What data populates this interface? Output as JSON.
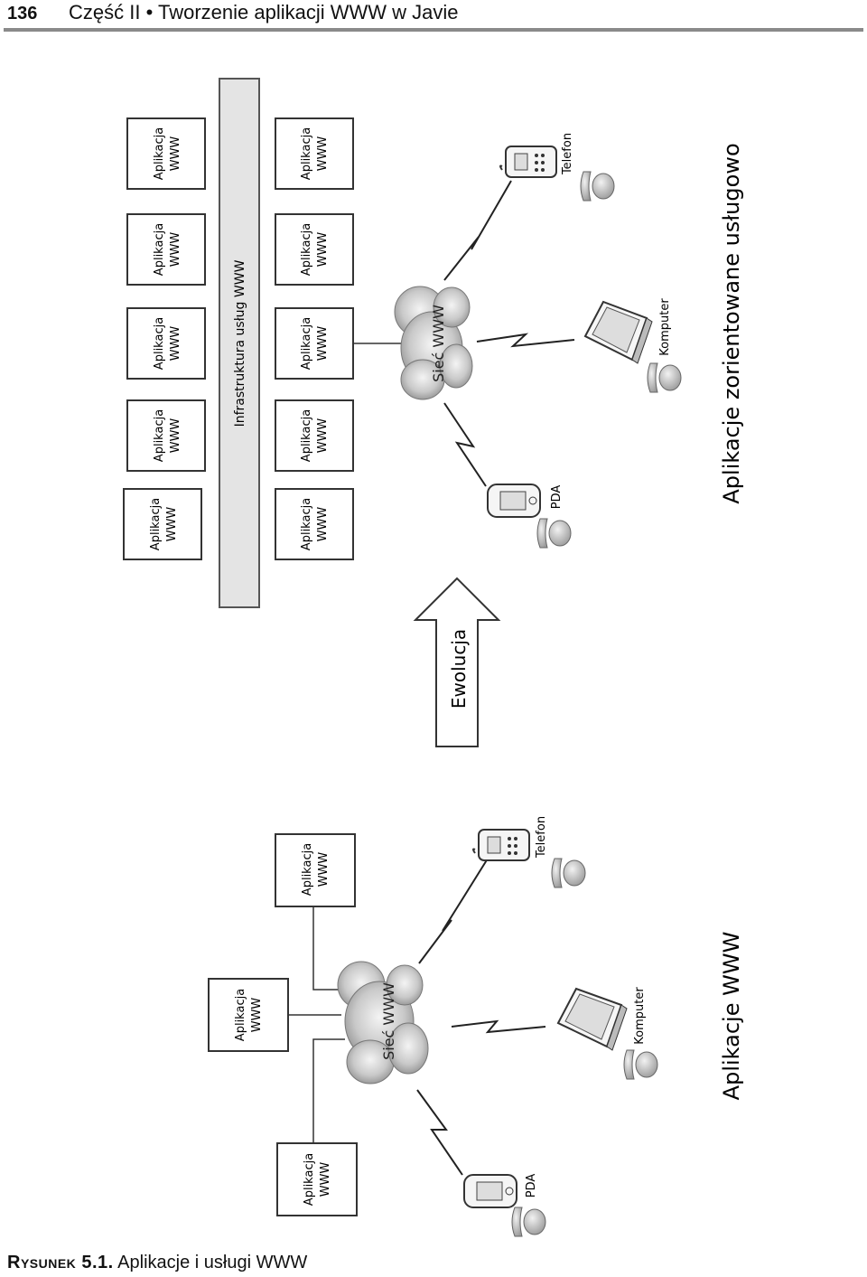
{
  "header": {
    "page_number": "136",
    "running_title": "Część II • Tworzenie aplikacji WWW w Javie"
  },
  "figure": {
    "left_panel": {
      "title": "Aplikacje WWW",
      "apps": [
        {
          "line1": "Aplikacja",
          "line2": "WWW"
        },
        {
          "line1": "Aplikacja",
          "line2": "WWW"
        },
        {
          "line1": "Aplikacja",
          "line2": "WWW"
        }
      ],
      "network_label": "Sieć WWW",
      "devices": {
        "pda": "PDA",
        "computer": "Komputer",
        "phone": "Telefon"
      }
    },
    "evolution_label": "Ewolucja",
    "right_panel": {
      "title": "Aplikacje zorientowane usługowo",
      "infrastructure_label": "Infrastruktura usług WWW",
      "apps_top": [
        {
          "line1": "Aplikacja",
          "line2": "WWW"
        },
        {
          "line1": "Aplikacja",
          "line2": "WWW"
        },
        {
          "line1": "Aplikacja",
          "line2": "WWW"
        },
        {
          "line1": "Aplikacja",
          "line2": "WWW"
        },
        {
          "line1": "Aplikacja",
          "line2": "WWW"
        }
      ],
      "apps_bottom": [
        {
          "line1": "Aplikacja",
          "line2": "WWW"
        },
        {
          "line1": "Aplikacja",
          "line2": "WWW"
        },
        {
          "line1": "Aplikacja",
          "line2": "WWW"
        },
        {
          "line1": "Aplikacja",
          "line2": "WWW"
        },
        {
          "line1": "Aplikacja",
          "line2": "WWW"
        }
      ],
      "network_label": "Sieć WWW",
      "devices": {
        "pda": "PDA",
        "computer": "Komputer",
        "phone": "Telefon"
      }
    }
  },
  "caption": {
    "label": "Rysunek 5.1.",
    "text": "Aplikacje i usługi WWW"
  }
}
